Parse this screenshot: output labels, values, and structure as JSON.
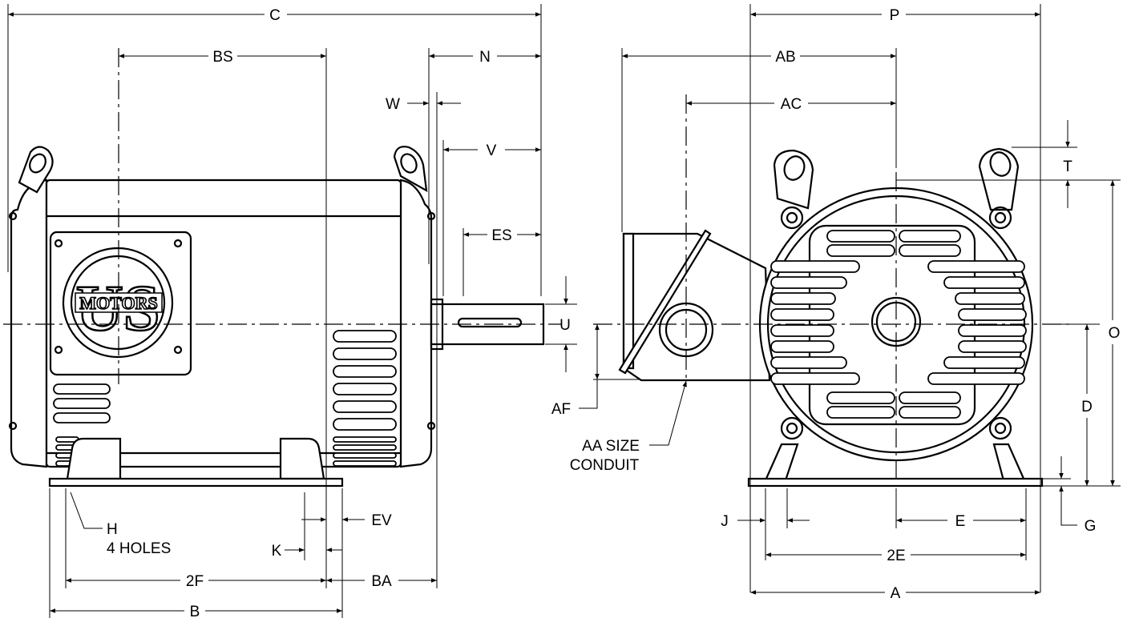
{
  "logo": {
    "text": "MOTORS",
    "initials": "US"
  },
  "labels": {
    "C": "C",
    "BS": "BS",
    "N": "N",
    "W": "W",
    "V": "V",
    "ES": "ES",
    "U": "U",
    "H": "H",
    "holes": "4 HOLES",
    "K": "K",
    "EV": "EV",
    "F2": "2F",
    "BA": "BA",
    "B": "B",
    "P": "P",
    "AB": "AB",
    "AC": "AC",
    "T": "T",
    "O": "O",
    "D": "D",
    "AF": "AF",
    "conduit1": "AA SIZE",
    "conduit2": "CONDUIT",
    "J": "J",
    "E": "E",
    "G": "G",
    "E2": "2E",
    "A": "A"
  }
}
